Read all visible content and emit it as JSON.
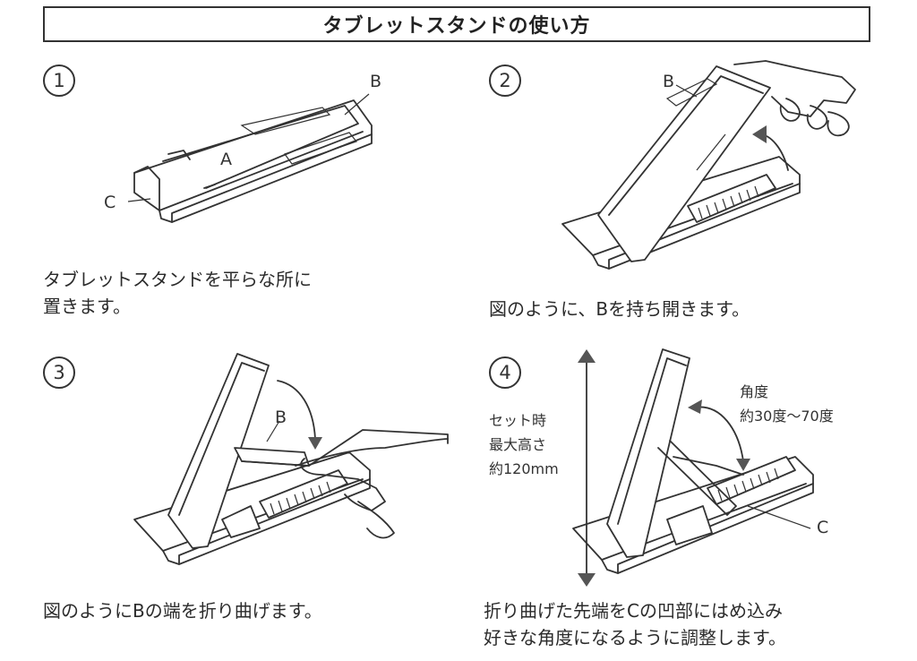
{
  "title": "タブレットスタンドの使い方",
  "steps": [
    {
      "number": "1",
      "caption_lines": [
        "タブレットスタンドを平らな所に",
        "置きます。"
      ],
      "labels": {
        "a": "A",
        "b": "B",
        "c": "C"
      }
    },
    {
      "number": "2",
      "caption_lines": [
        "図のように、Bを持ち開きます。"
      ],
      "labels": {
        "b": "B"
      }
    },
    {
      "number": "3",
      "caption_lines": [
        "図のようにBの端を折り曲げます。"
      ],
      "labels": {
        "b": "B"
      }
    },
    {
      "number": "4",
      "caption_lines": [
        "折り曲げた先端をCの凹部にはめ込み",
        "好きな角度になるように調整します。"
      ],
      "labels": {
        "c": "C"
      },
      "height_note": [
        "セット時",
        "最大高さ",
        "約120mm"
      ],
      "angle_note": [
        "角度",
        "約30度〜70度"
      ]
    }
  ]
}
